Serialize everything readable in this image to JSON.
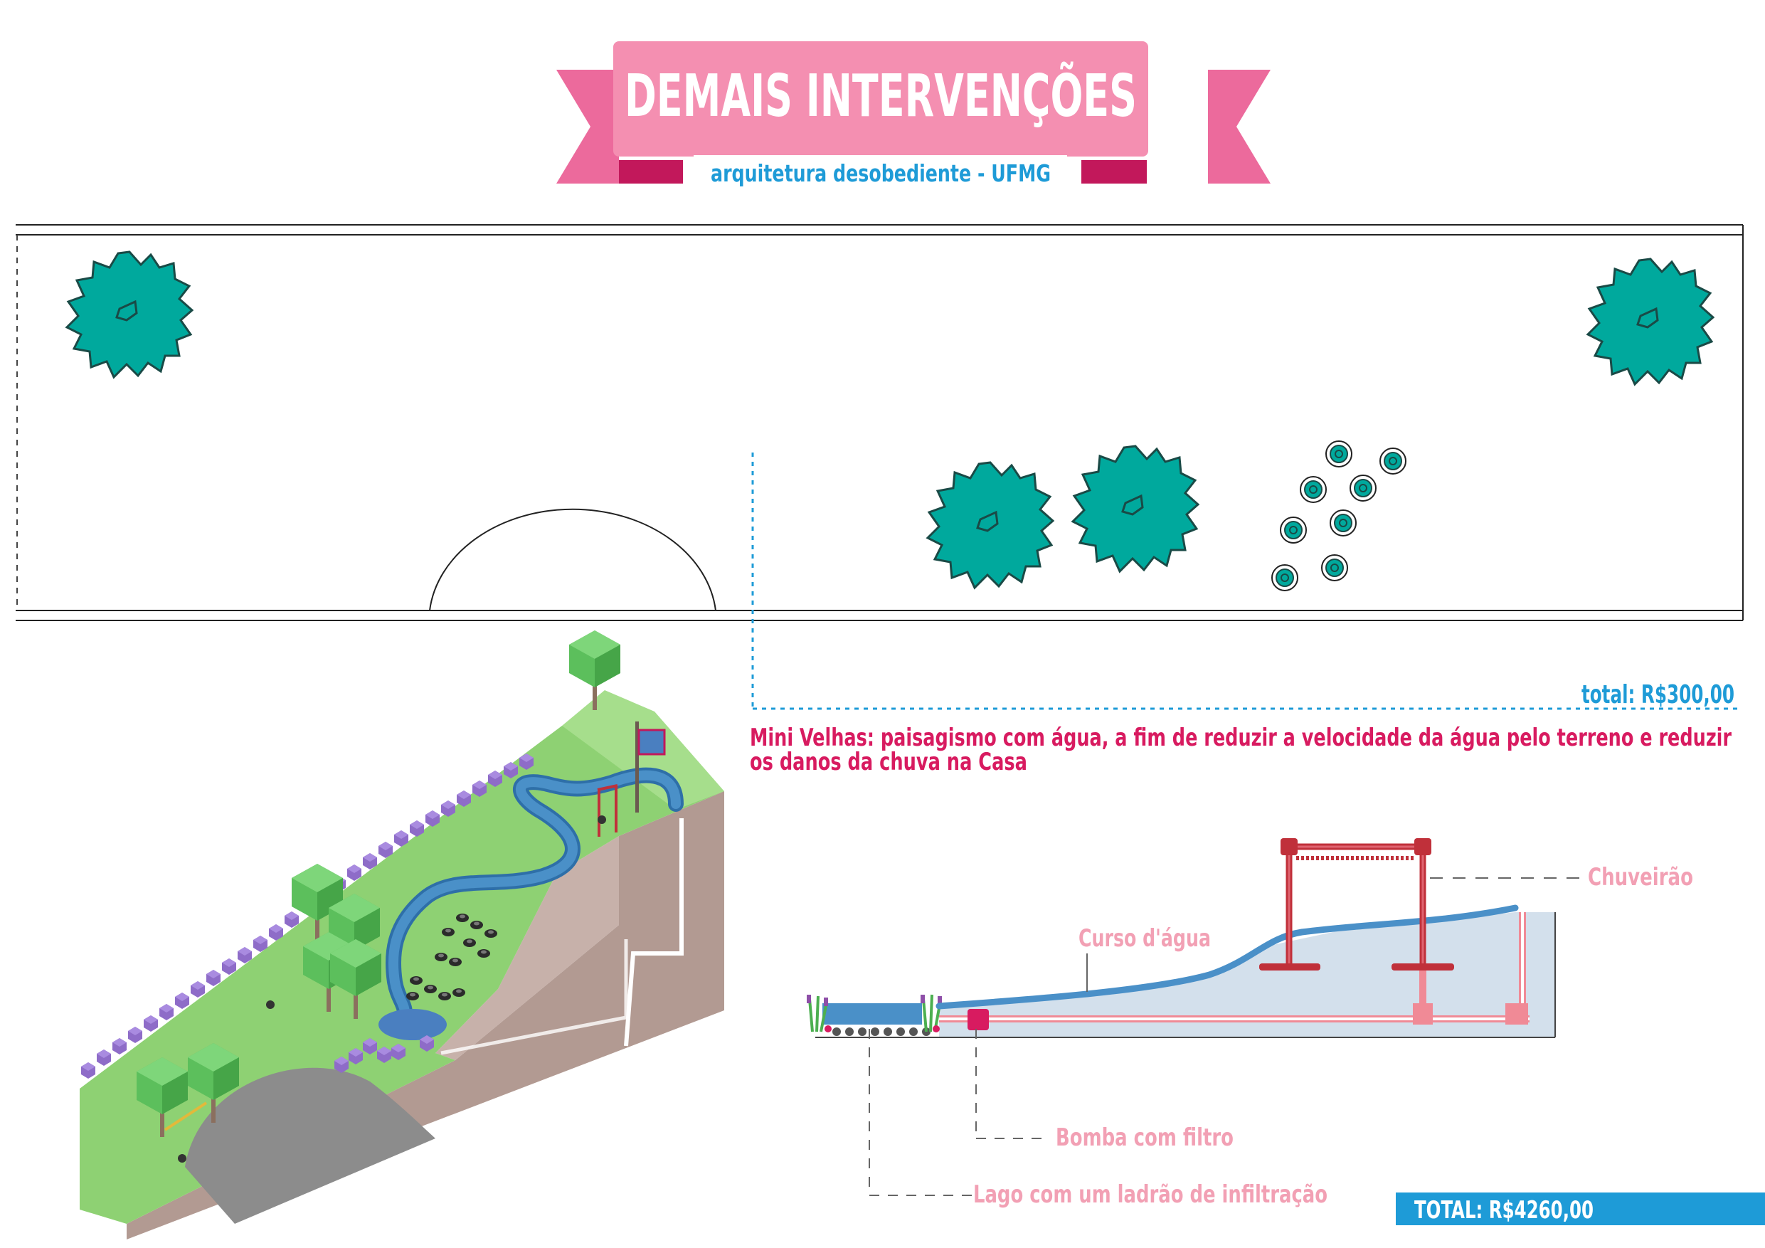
{
  "header": {
    "title": "DEMAIS INTERVENÇÕES",
    "subtitle": "arquitetura desobediente - UFMG"
  },
  "plan": {
    "total": "total: R$300,00",
    "description_line1": "Mini Velhas: paisagismo com água, a fim de reduzir a velocidade da água pelo terreno e reduzir",
    "description_line2": "os danos da chuva na Casa"
  },
  "section": {
    "label_shower": "Chuveirão",
    "label_watercourse": "Curso d'água",
    "label_pump": "Bomba com filtro",
    "label_lake": "Lago com um ladrão de infiltração"
  },
  "footer": {
    "grand_total": "TOTAL: R$4260,00"
  },
  "colors": {
    "pink_banner": "#F48FB1",
    "pink_dark": "#EC6A9C",
    "pink_shadow": "#C2185B",
    "accent_blue": "#1E9BD7",
    "magenta_text": "#D81B60",
    "light_pink_text": "#F2A0B4",
    "tree_teal": "#00A99D",
    "water_blue": "#4A90C8",
    "pipe_red": "#C0303A",
    "pipe_pink": "#F08A96",
    "ground_blue": "#D3E0EC",
    "grass_green": "#8ED173",
    "soil_brown": "#B29A92"
  }
}
